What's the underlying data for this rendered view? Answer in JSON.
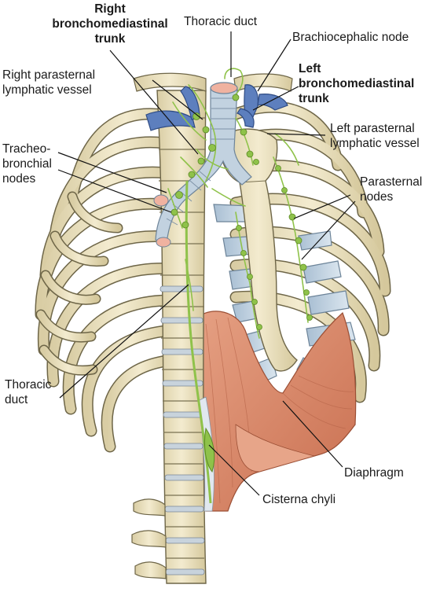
{
  "labels": {
    "right_bronchomediastinal_trunk": [
      "Right",
      "bronchomediastinal",
      "trunk"
    ],
    "thoracic_duct_top": "Thoracic duct",
    "brachiocephalic_node": "Brachiocephalic node",
    "right_parasternal_lymphatic_vessel": [
      "Right parasternal",
      "lymphatic vessel"
    ],
    "left_bronchomediastinal_trunk": [
      "Left",
      "bronchomediastinal",
      "trunk"
    ],
    "left_parasternal_lymphatic_vessel": [
      "Left parasternal",
      "lymphatic vessel"
    ],
    "tracheobronchial_nodes": [
      "Tracheo-",
      "bronchial",
      "nodes"
    ],
    "parasternal_nodes": [
      "Parasternal",
      "nodes"
    ],
    "thoracic_duct_bottom": [
      "Thoracic",
      "duct"
    ],
    "diaphragm": "Diaphragm",
    "cisterna_chyli": "Cisterna chyli"
  },
  "colors": {
    "bone": "#ece2c0",
    "bone_outline": "#6e6648",
    "cartilage": "#c3d4e2",
    "lymph": "#8fc24a",
    "trunk_blue": "#5d7fbe",
    "muscle": "#d98a6a",
    "leader": "#111111"
  }
}
